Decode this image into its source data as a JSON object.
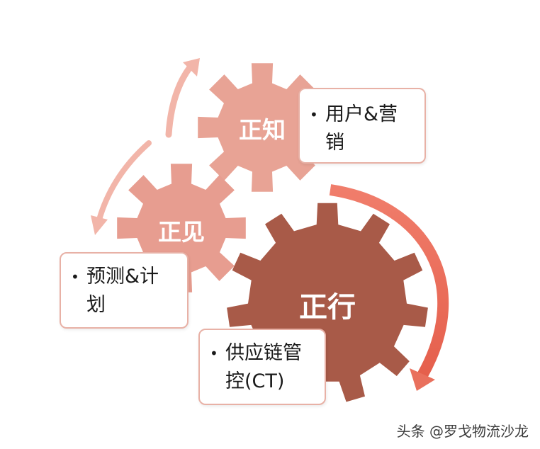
{
  "gears": [
    {
      "id": "zhengzhi",
      "label": "正知",
      "color": "#e8a395"
    },
    {
      "id": "zhengjian",
      "label": "正见",
      "color": "#e79d90"
    },
    {
      "id": "zhengxing",
      "label": "正行",
      "color": "#a85a48"
    }
  ],
  "boxes": {
    "marketing": {
      "bullet": "•",
      "lines": [
        "用户&营",
        "销"
      ]
    },
    "forecast": {
      "bullet": "•",
      "lines": [
        "预测&计",
        "划"
      ]
    },
    "supply": {
      "bullet": "•",
      "lines": [
        "供应链管",
        "控(CT)"
      ]
    }
  },
  "arrows": {
    "light_color": "#f2b5a9",
    "dark_color": "#e9705d"
  },
  "watermark": "头条 @罗戈物流沙龙"
}
